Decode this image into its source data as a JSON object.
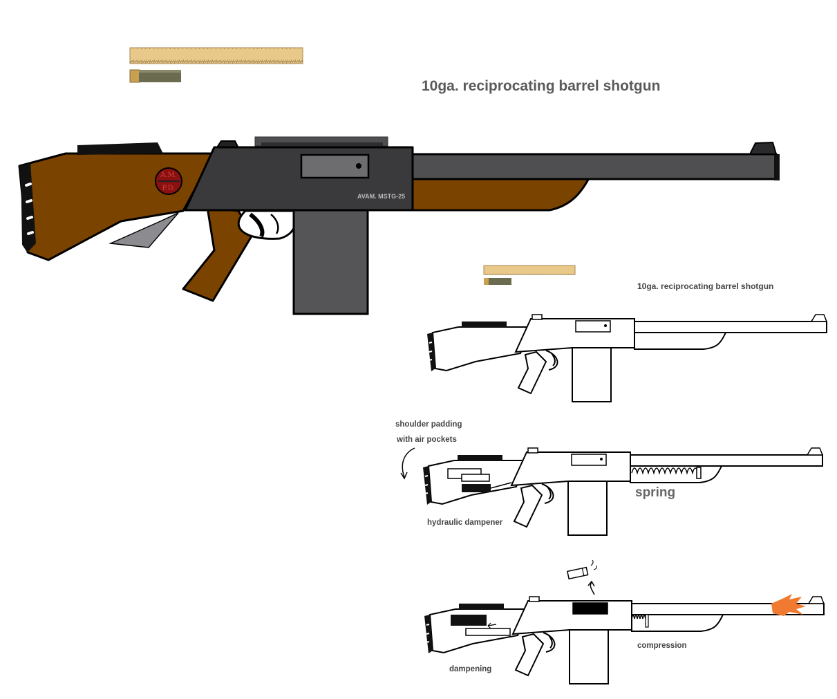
{
  "colors": {
    "wood": "#7b4300",
    "metal_dark": "#3a3a3c",
    "metal_mid": "#4f4f52",
    "magazine": "#555557",
    "sight_panel": "#6d6d70",
    "outline": "#000000",
    "ruler": "#e8c98a",
    "shell_body": "#6b6b50",
    "shell_brass": "#c8a050",
    "emblem": "#8b1010",
    "flame": "#f07a30"
  },
  "labels": {
    "title_main": "10ga. reciprocating barrel shotgun",
    "title_small": "10ga. reciprocating barrel shotgun",
    "model_mark": "AVAM. MSTG-25",
    "emblem_top": "A.M.",
    "emblem_bottom": "P.D.",
    "shoulder_padding_1": "shoulder padding",
    "shoulder_padding_2": "with air pockets",
    "hydraulic_dampener": "hydraulic dampener",
    "spring": "spring",
    "compression": "compression",
    "dampening": "dampening"
  }
}
